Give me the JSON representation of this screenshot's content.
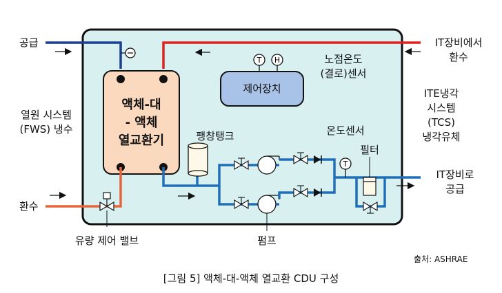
{
  "labels": {
    "supply_in": "공급",
    "return_out": "환수",
    "fws_line1": "열원 시스템",
    "fws_line2": "(FWS) 냉수",
    "flow_valve": "유량 제어 밸브",
    "it_return_line1": "IT장비에서",
    "it_return_line2": "환수",
    "dew_line1": "노점온도",
    "dew_line2": "(결로)센서",
    "tcs_line1": "ITE냉각",
    "tcs_line2": "시스템",
    "tcs_line3": "(TCS)",
    "tcs_line4": "냉각유체",
    "it_supply_line1": "IT장비로",
    "it_supply_line2": "공급",
    "temp_sensor": "온도센서",
    "filter": "필터",
    "pump": "펌프",
    "expansion_tank": "팽창탱크",
    "controller": "제어장치",
    "hx_line1": "액체-대",
    "hx_line2": "- 액체",
    "hx_line3": "열교환기",
    "sensor_t": "T",
    "sensor_h": "H",
    "source": "출처: ASHRAE",
    "caption": "[그림 5] 액체-대-액체 열교환 CDU 구성"
  },
  "colors": {
    "supply": "#1a3f8f",
    "return": "#e0201c",
    "return_pipe": "#e8643a",
    "loop_pipe": "#1f6fb8",
    "cdu_bg": "#d9f0f0",
    "hx_fill": "#fbd9bf",
    "controller_fill": "#a9c3e8"
  }
}
